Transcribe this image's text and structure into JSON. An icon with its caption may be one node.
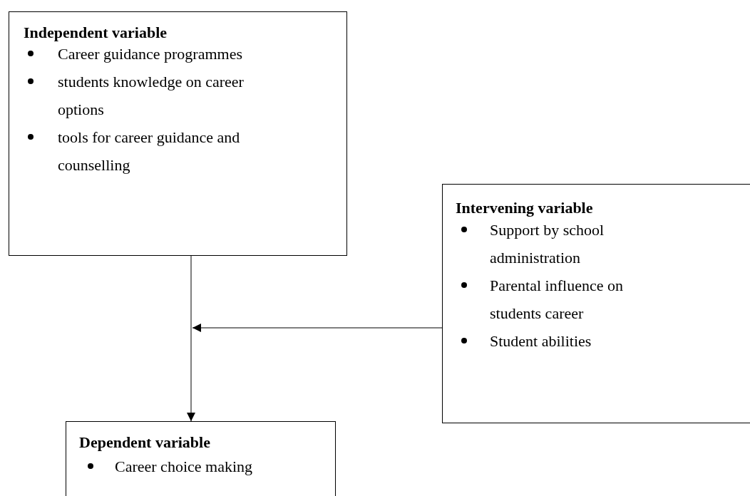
{
  "diagram": {
    "nodes": [
      {
        "text": [
          "Independent variable",
          "Career guidance programmes",
          "students knowledge on career options",
          "tools for career guidance and counselling"
        ]
      },
      {
        "text": [
          "Intervening variable",
          "Support by school administration",
          "Parental influence on students career",
          "Student abilities"
        ]
      },
      {
        "text": [
          "Dependent variable",
          "Career choice making"
        ]
      }
    ],
    "edges": [
      {
        "from": 0,
        "to": 2,
        "arrow": "to"
      },
      {
        "from": 1,
        "to": null,
        "arrow": "to"
      }
    ]
  }
}
